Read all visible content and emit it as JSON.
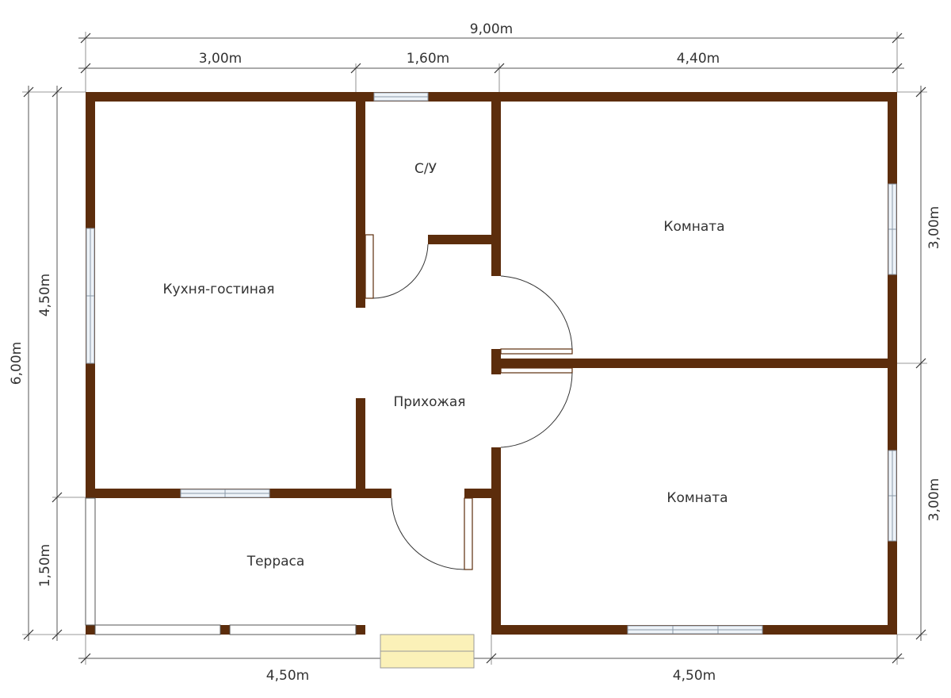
{
  "dimensions": {
    "top_total": "9,00m",
    "top_left": "3,00m",
    "top_middle": "1,60m",
    "top_right": "4,40m",
    "left_total": "6,00m",
    "left_upper": "4,50m",
    "left_lower": "1,50m",
    "right_upper": "3,00m",
    "right_lower": "3,00m",
    "bottom_left": "4,50m",
    "bottom_right": "4,50m"
  },
  "rooms": {
    "kitchen_living": "Кухня-гостиная",
    "bathroom": "С/У",
    "room_upper": "Комната",
    "room_lower": "Комната",
    "hallway": "Прихожая",
    "terrace": "Терраса"
  },
  "colors": {
    "wall": "#5c2d0c",
    "window": "#eef3f8",
    "steps": "#fbf1b8"
  }
}
